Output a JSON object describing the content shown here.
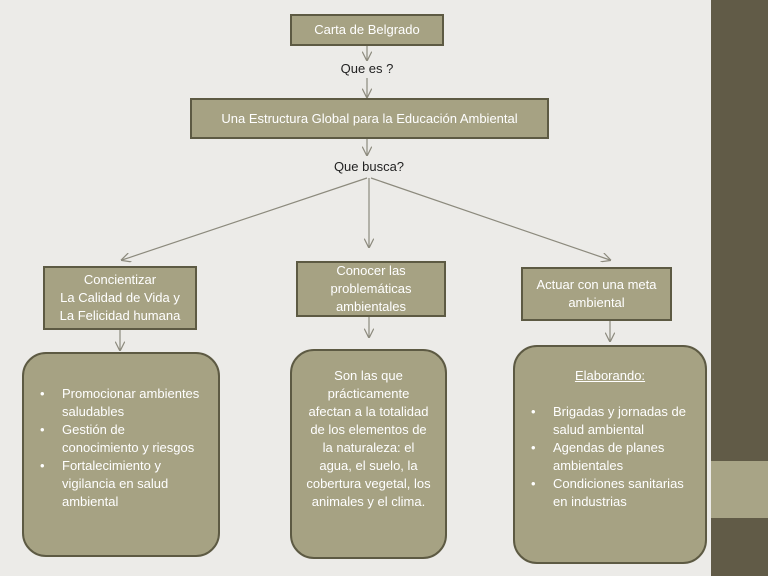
{
  "title_box": "Carta de Belgrado",
  "question_what": "Que es ?",
  "structure_box": "Una Estructura Global para la Educación Ambiental",
  "question_seek": "Que busca?",
  "branch_left": {
    "lines": [
      "Concientizar",
      "La Calidad de Vida y",
      "La Felicidad humana"
    ]
  },
  "branch_center": {
    "lines": [
      "Conocer las",
      "problemáticas",
      "ambientales"
    ]
  },
  "branch_right": {
    "lines": [
      "Actuar con una meta",
      "ambiental"
    ]
  },
  "detail_left": {
    "items": [
      "Promocionar ambientes saludables",
      "Gestión de conocimiento y riesgos",
      "Fortalecimiento y vigilancia en salud ambiental"
    ]
  },
  "detail_center": {
    "text": "Son las que prácticamente afectan a la totalidad de los elementos de la naturaleza: el agua, el suelo, la cobertura vegetal, los animales y el clima."
  },
  "detail_right": {
    "heading": "Elaborando:",
    "items": [
      "Brigadas y jornadas de salud ambiental",
      "Agendas de planes ambientales",
      "Condiciones sanitarias en industrias"
    ]
  }
}
